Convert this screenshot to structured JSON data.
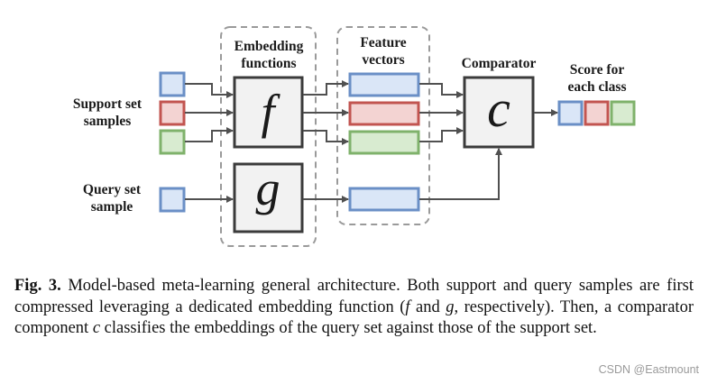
{
  "labels": {
    "support_set": "Support set\nsamples",
    "query_set": "Query set\nsample",
    "embedding_functions": "Embedding\nfunctions",
    "feature_vectors": "Feature\nvectors",
    "comparator": "Comparator",
    "score": "Score for\neach class"
  },
  "symbols": {
    "f": "f",
    "g": "g",
    "c": "c"
  },
  "colors": {
    "blue_stroke": "#6a8fc6",
    "blue_fill": "#dae6f7",
    "red_stroke": "#c25450",
    "red_fill": "#f3d3d2",
    "green_stroke": "#7fb26b",
    "green_fill": "#d8ebd0",
    "box_stroke": "#3b3b3b",
    "box_fill": "#f2f2f2",
    "dashed": "#9a9a9a",
    "arrow": "#505050"
  },
  "caption": {
    "fig_label": "Fig. 3.",
    "part1": " Model-based meta-learning general architecture. Both support and query samples are first compressed leveraging a dedicated embedding function (",
    "f": "f",
    "part2": " and ",
    "g": "g",
    "part3": ", respectively). Then, a comparator component ",
    "c": "c",
    "part4": " classifies the embeddings of the query set against those of the support set."
  },
  "watermark": "CSDN @Eastmount"
}
